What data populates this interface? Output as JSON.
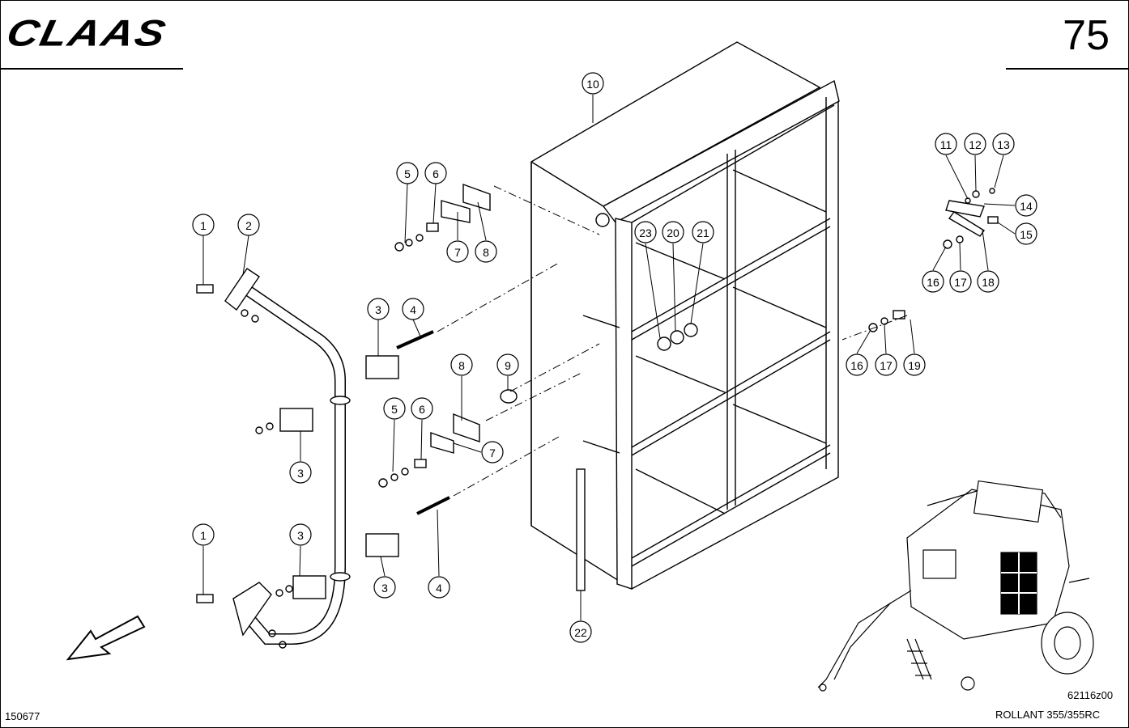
{
  "header": {
    "brand": "CLAAS",
    "page_number": "75"
  },
  "footer": {
    "doc_number": "150677",
    "drawing_code": "62116z00",
    "model": "ROLLANT 355/355RC"
  },
  "callouts": [
    {
      "id": "c1a",
      "label": "1"
    },
    {
      "id": "c2",
      "label": "2"
    },
    {
      "id": "c3a",
      "label": "3"
    },
    {
      "id": "c4a",
      "label": "4"
    },
    {
      "id": "c3b",
      "label": "3"
    },
    {
      "id": "c5a",
      "label": "5"
    },
    {
      "id": "c6a",
      "label": "6"
    },
    {
      "id": "c7a",
      "label": "7"
    },
    {
      "id": "c8a",
      "label": "8"
    },
    {
      "id": "c10",
      "label": "10"
    },
    {
      "id": "c23",
      "label": "23"
    },
    {
      "id": "c20",
      "label": "20"
    },
    {
      "id": "c21",
      "label": "21"
    },
    {
      "id": "c8b",
      "label": "8"
    },
    {
      "id": "c9",
      "label": "9"
    },
    {
      "id": "c5b",
      "label": "5"
    },
    {
      "id": "c6b",
      "label": "6"
    },
    {
      "id": "c7b",
      "label": "7"
    },
    {
      "id": "c1b",
      "label": "1"
    },
    {
      "id": "c3c",
      "label": "3"
    },
    {
      "id": "c3d",
      "label": "3"
    },
    {
      "id": "c4b",
      "label": "4"
    },
    {
      "id": "c22",
      "label": "22"
    },
    {
      "id": "c11",
      "label": "11"
    },
    {
      "id": "c12",
      "label": "12"
    },
    {
      "id": "c13",
      "label": "13"
    },
    {
      "id": "c14",
      "label": "14"
    },
    {
      "id": "c15",
      "label": "15"
    },
    {
      "id": "c16a",
      "label": "16"
    },
    {
      "id": "c17a",
      "label": "17"
    },
    {
      "id": "c18",
      "label": "18"
    },
    {
      "id": "c16b",
      "label": "16"
    },
    {
      "id": "c17b",
      "label": "17"
    },
    {
      "id": "c19",
      "label": "19"
    }
  ]
}
